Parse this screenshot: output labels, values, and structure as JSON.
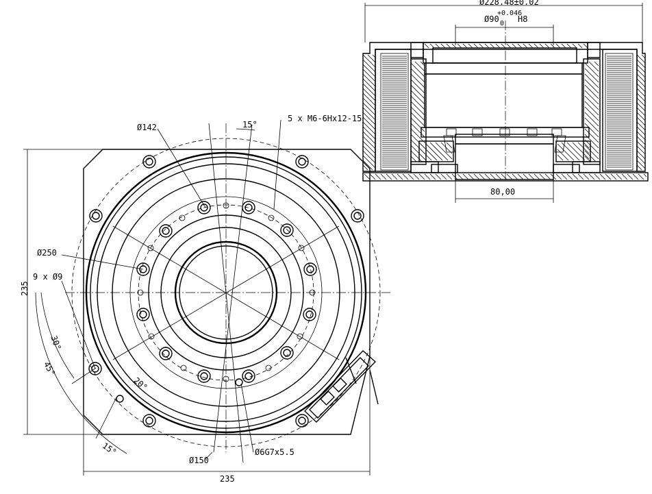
{
  "drawing": {
    "labels": {
      "top_diameter": "Ø228.48±0.02",
      "bore_fit": "Ø90",
      "bore_tol_upper": "+0.046",
      "bore_tol_lower": "0",
      "bore_fit_class": "H8",
      "bore_width": "80,00",
      "angle_top": "15°",
      "thread_holes": "5 x M6-6Hx12-15",
      "pitch_142": "Ø142",
      "outer_250": "Ø250",
      "holes_9": "9 x Ø9",
      "height_235": "235",
      "angle_30": "30°",
      "angle_45": "45°",
      "angle_20": "20°",
      "angle_bottom": "15°",
      "pitch_150": "Ø150",
      "pin_hole": "Ø6G7x5.5",
      "width_235": "235"
    }
  }
}
